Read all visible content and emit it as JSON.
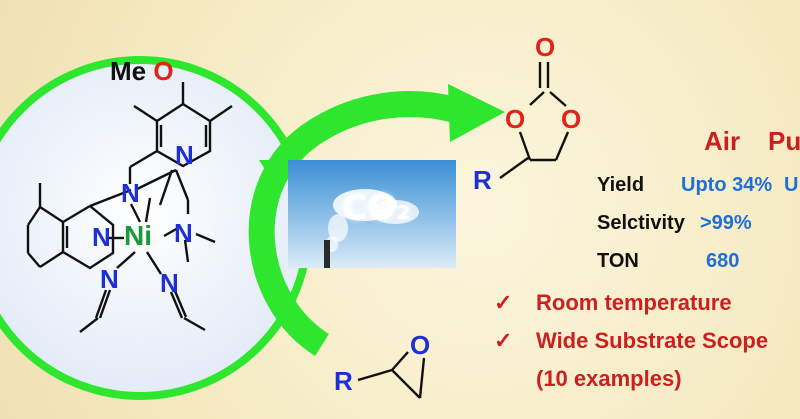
{
  "complex": {
    "meo": "MeO",
    "ni": "Ni",
    "n_atom": "N"
  },
  "product": {
    "o_atom": "O",
    "r_group": "R"
  },
  "epoxide": {
    "o_atom": "O",
    "r_group": "R"
  },
  "co2_cloud": "CO₂",
  "table": {
    "col_air": "Air",
    "col_pure": "Pu",
    "rows": [
      {
        "label": "Yield",
        "air": "Upto 34%",
        "pure": "U"
      },
      {
        "label": "Selctivity",
        "air": ">99%",
        "pure": ""
      },
      {
        "label": "TON",
        "air": "680",
        "pure": ""
      }
    ]
  },
  "features": [
    {
      "check": "✓",
      "text": "Room temperature"
    },
    {
      "check": "✓",
      "text": "Wide Substrate Scope"
    },
    {
      "check": "",
      "text": "(10 examples)"
    }
  ],
  "colors": {
    "arrow_green": "#2ee62e",
    "circle_fill": "#e9f1fb",
    "n_blue": "#1e2fd6",
    "ni_green": "#1a9a3a",
    "o_red": "#e2231a",
    "accent_red": "#c81e1e",
    "table_blue": "#1f6fd6"
  }
}
